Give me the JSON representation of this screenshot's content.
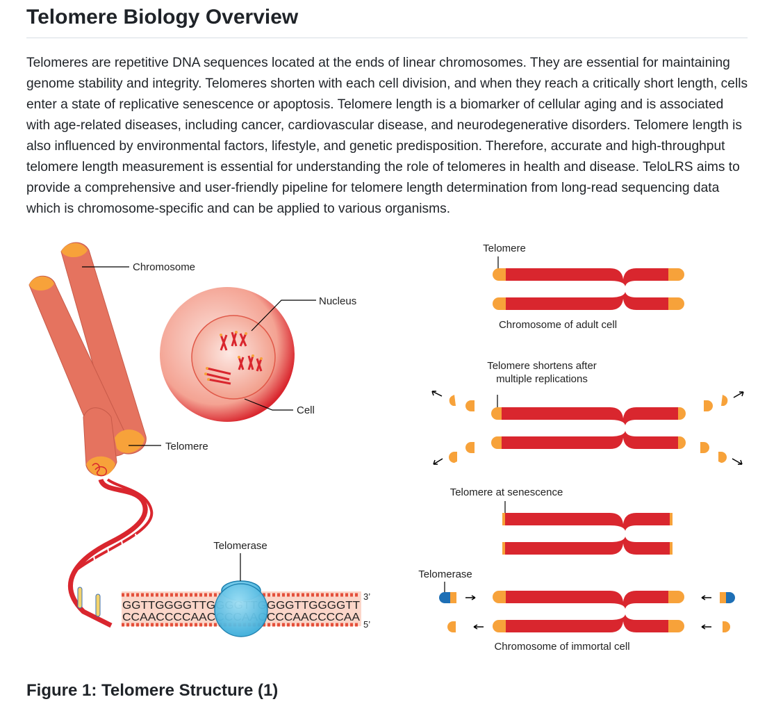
{
  "page": {
    "title": "Telomere Biology Overview",
    "intro": "Telomeres are repetitive DNA sequences located at the ends of linear chromosomes. They are essential for maintaining genome stability and integrity. Telomeres shorten with each cell division, and when they reach a critically short length, cells enter a state of replicative senescence or apoptosis. Telomere length is a biomarker of cellular aging and is associated with age-related diseases, including cancer, cardiovascular disease, and neurodegenerative disorders. Telomere length is also influenced by environmental factors, lifestyle, and genetic predisposition. Therefore, accurate and high-throughput telomere length measurement is essential for understanding the role of telomeres in health and disease. TeloLRS aims to provide a comprehensive and user-friendly pipeline for telomere length determination from long-read sequencing data which is chromosome-specific and can be applied to various organisms.",
    "caption": "Figure 1: Telomere Structure (1)"
  },
  "figure": {
    "left": {
      "chromosome": "Chromosome",
      "nucleus": "Nucleus",
      "cell": "Cell",
      "telomere": "Telomere",
      "telomerase": "Telomerase",
      "seq_top": "GGTTGGGGTTGGGGTTGGGGTTGGGGTT",
      "seq_bottom": "CCAACCCCAACCCCAACCCCAACCCCAA",
      "end_3": "3’",
      "end_5": "5’"
    },
    "right": {
      "telomere": "Telomere",
      "adult_cell": "Chromosome of adult cell",
      "shortens_line1": "Telomere shortens after",
      "shortens_line2": "multiple replications",
      "senescence": "Telomere at senescence",
      "telomerase": "Telomerase",
      "immortal_cell": "Chromosome of immortal cell"
    },
    "colors": {
      "chromosome_red": "#d9262e",
      "telomere_orange": "#f7a23a",
      "telomerase_blue": "#1e6fb5",
      "chromosome_body": "#e5735f",
      "enzyme": "#5ec3ea"
    }
  }
}
